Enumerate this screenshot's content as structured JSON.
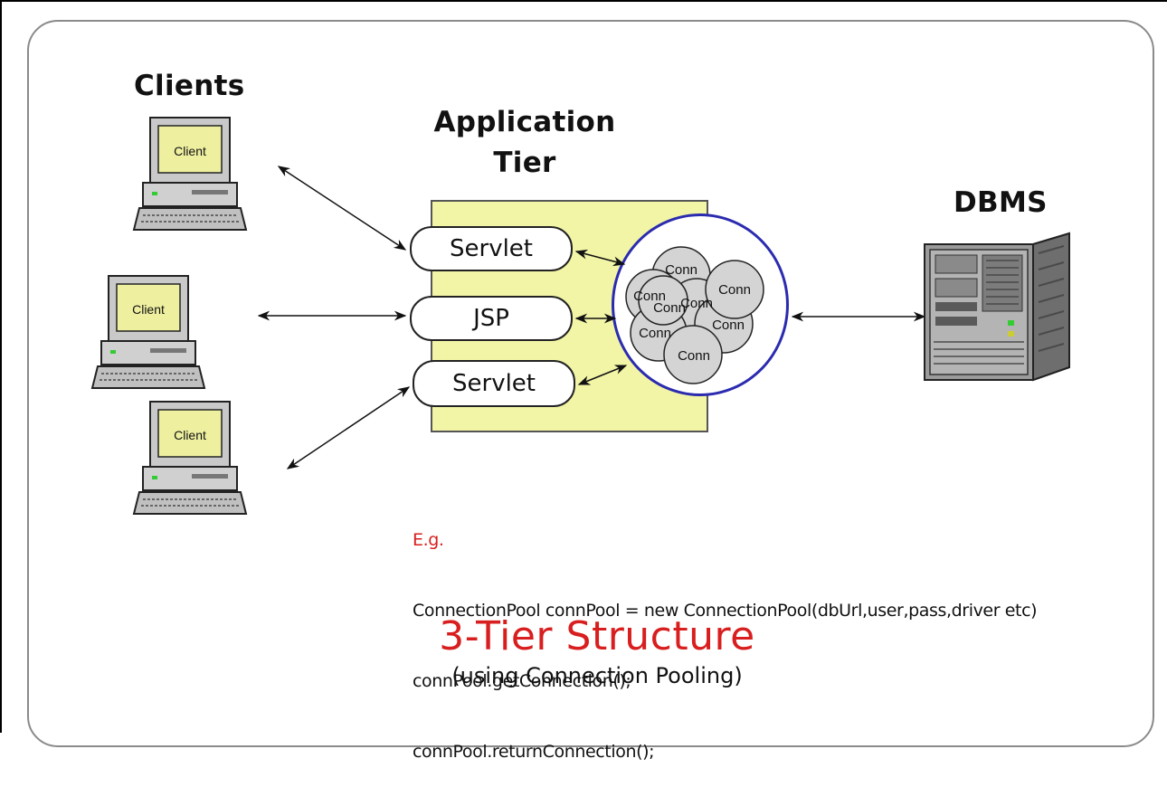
{
  "headings": {
    "clients": "Clients",
    "app_tier_line1": "Application",
    "app_tier_line2": "Tier",
    "dbms": "DBMS"
  },
  "clients": [
    {
      "label": "Client"
    },
    {
      "label": "Client"
    },
    {
      "label": "Client"
    }
  ],
  "components": [
    {
      "label": "Servlet"
    },
    {
      "label": "JSP"
    },
    {
      "label": "Servlet"
    }
  ],
  "connections": [
    "Conn",
    "Conn",
    "Conn",
    "Conn",
    "Conn",
    "Conn",
    "Conn",
    "Conn"
  ],
  "code": {
    "eg_label": "E.g.",
    "lines": [
      "ConnectionPool connPool = new ConnectionPool(dbUrl,user,pass,driver etc)",
      "connPool.getConnection();",
      "connPool.returnConnection();"
    ]
  },
  "title": "3-Tier Structure",
  "subtitle": "(using Connection Pooling)",
  "colors": {
    "app_tier_fill": "#f2f5a6",
    "pool_border": "#2b2bb0",
    "title_red": "#d81e1e",
    "conn_fill": "#d4d4d4",
    "screen_fill": "#eef0a0"
  }
}
